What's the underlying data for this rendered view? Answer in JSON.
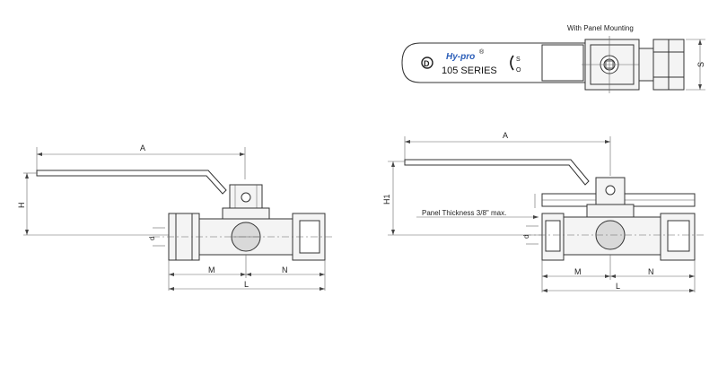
{
  "top_view": {
    "caption": "With Panel Mounting",
    "brand": "Hy-pro",
    "brand_mark": "®",
    "series": "105 SERIES",
    "open_close": [
      "S",
      "O"
    ],
    "dim_s": "S"
  },
  "left_view": {
    "dim_a": "A",
    "dim_h": "H",
    "dim_d": "d",
    "dim_m": "M",
    "dim_n": "N",
    "dim_l": "L"
  },
  "right_view": {
    "dim_a": "A",
    "dim_h1": "H1",
    "dim_d": "d",
    "dim_m": "M",
    "dim_n": "N",
    "dim_l": "L",
    "panel_note": "Panel Thickness 3/8\" max."
  },
  "icons": [
    "hy-pro-logo-icon",
    "d-logo-icon",
    "handle-knob-icon"
  ]
}
